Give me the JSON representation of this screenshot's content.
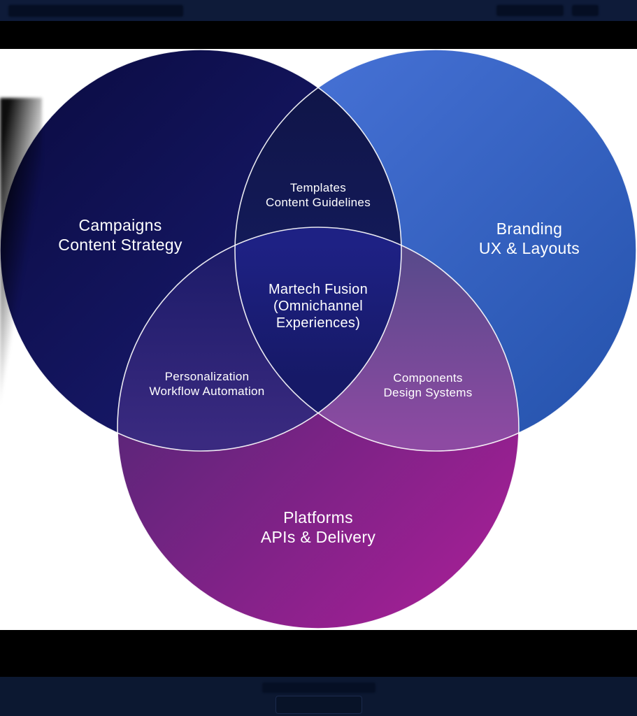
{
  "chrome": {
    "top_bar_color": "#0e1b39",
    "footer_bar_color": "#0c1831",
    "band_color": "#000000"
  },
  "canvas": {
    "background": "#ffffff",
    "circle_outline_color": "#ffffff"
  },
  "venn": {
    "sets": [
      {
        "label_lines": [
          "Campaigns",
          "Content Strategy"
        ],
        "colors": {
          "from": "#0a0b40",
          "to": "#1c1e7a"
        }
      },
      {
        "label_lines": [
          "Branding",
          "UX & Layouts"
        ],
        "colors": {
          "from": "#4a75da",
          "to": "#2351aa"
        }
      },
      {
        "label_lines": [
          "Platforms",
          "APIs & Delivery"
        ],
        "colors": {
          "from": "#42286f",
          "to": "#ad1e99"
        }
      }
    ],
    "overlaps": [
      {
        "label_lines": [
          "Templates",
          "Content Guidelines"
        ],
        "colors": {
          "from": "#101548",
          "to": "#151d62"
        }
      },
      {
        "label_lines": [
          "Personalization",
          "Workflow Automation"
        ],
        "colors": {
          "from": "#1e1c6a",
          "to": "#3a2a80"
        }
      },
      {
        "label_lines": [
          "Components",
          "Design Systems"
        ],
        "colors": {
          "from": "#5a4a8c",
          "to": "#8d4aa2"
        }
      },
      {
        "label_lines": [
          "Martech Fusion",
          "(Omnichannel",
          "Experiences)"
        ],
        "colors": {
          "from": "#1e2184",
          "to": "#161967"
        }
      }
    ]
  }
}
